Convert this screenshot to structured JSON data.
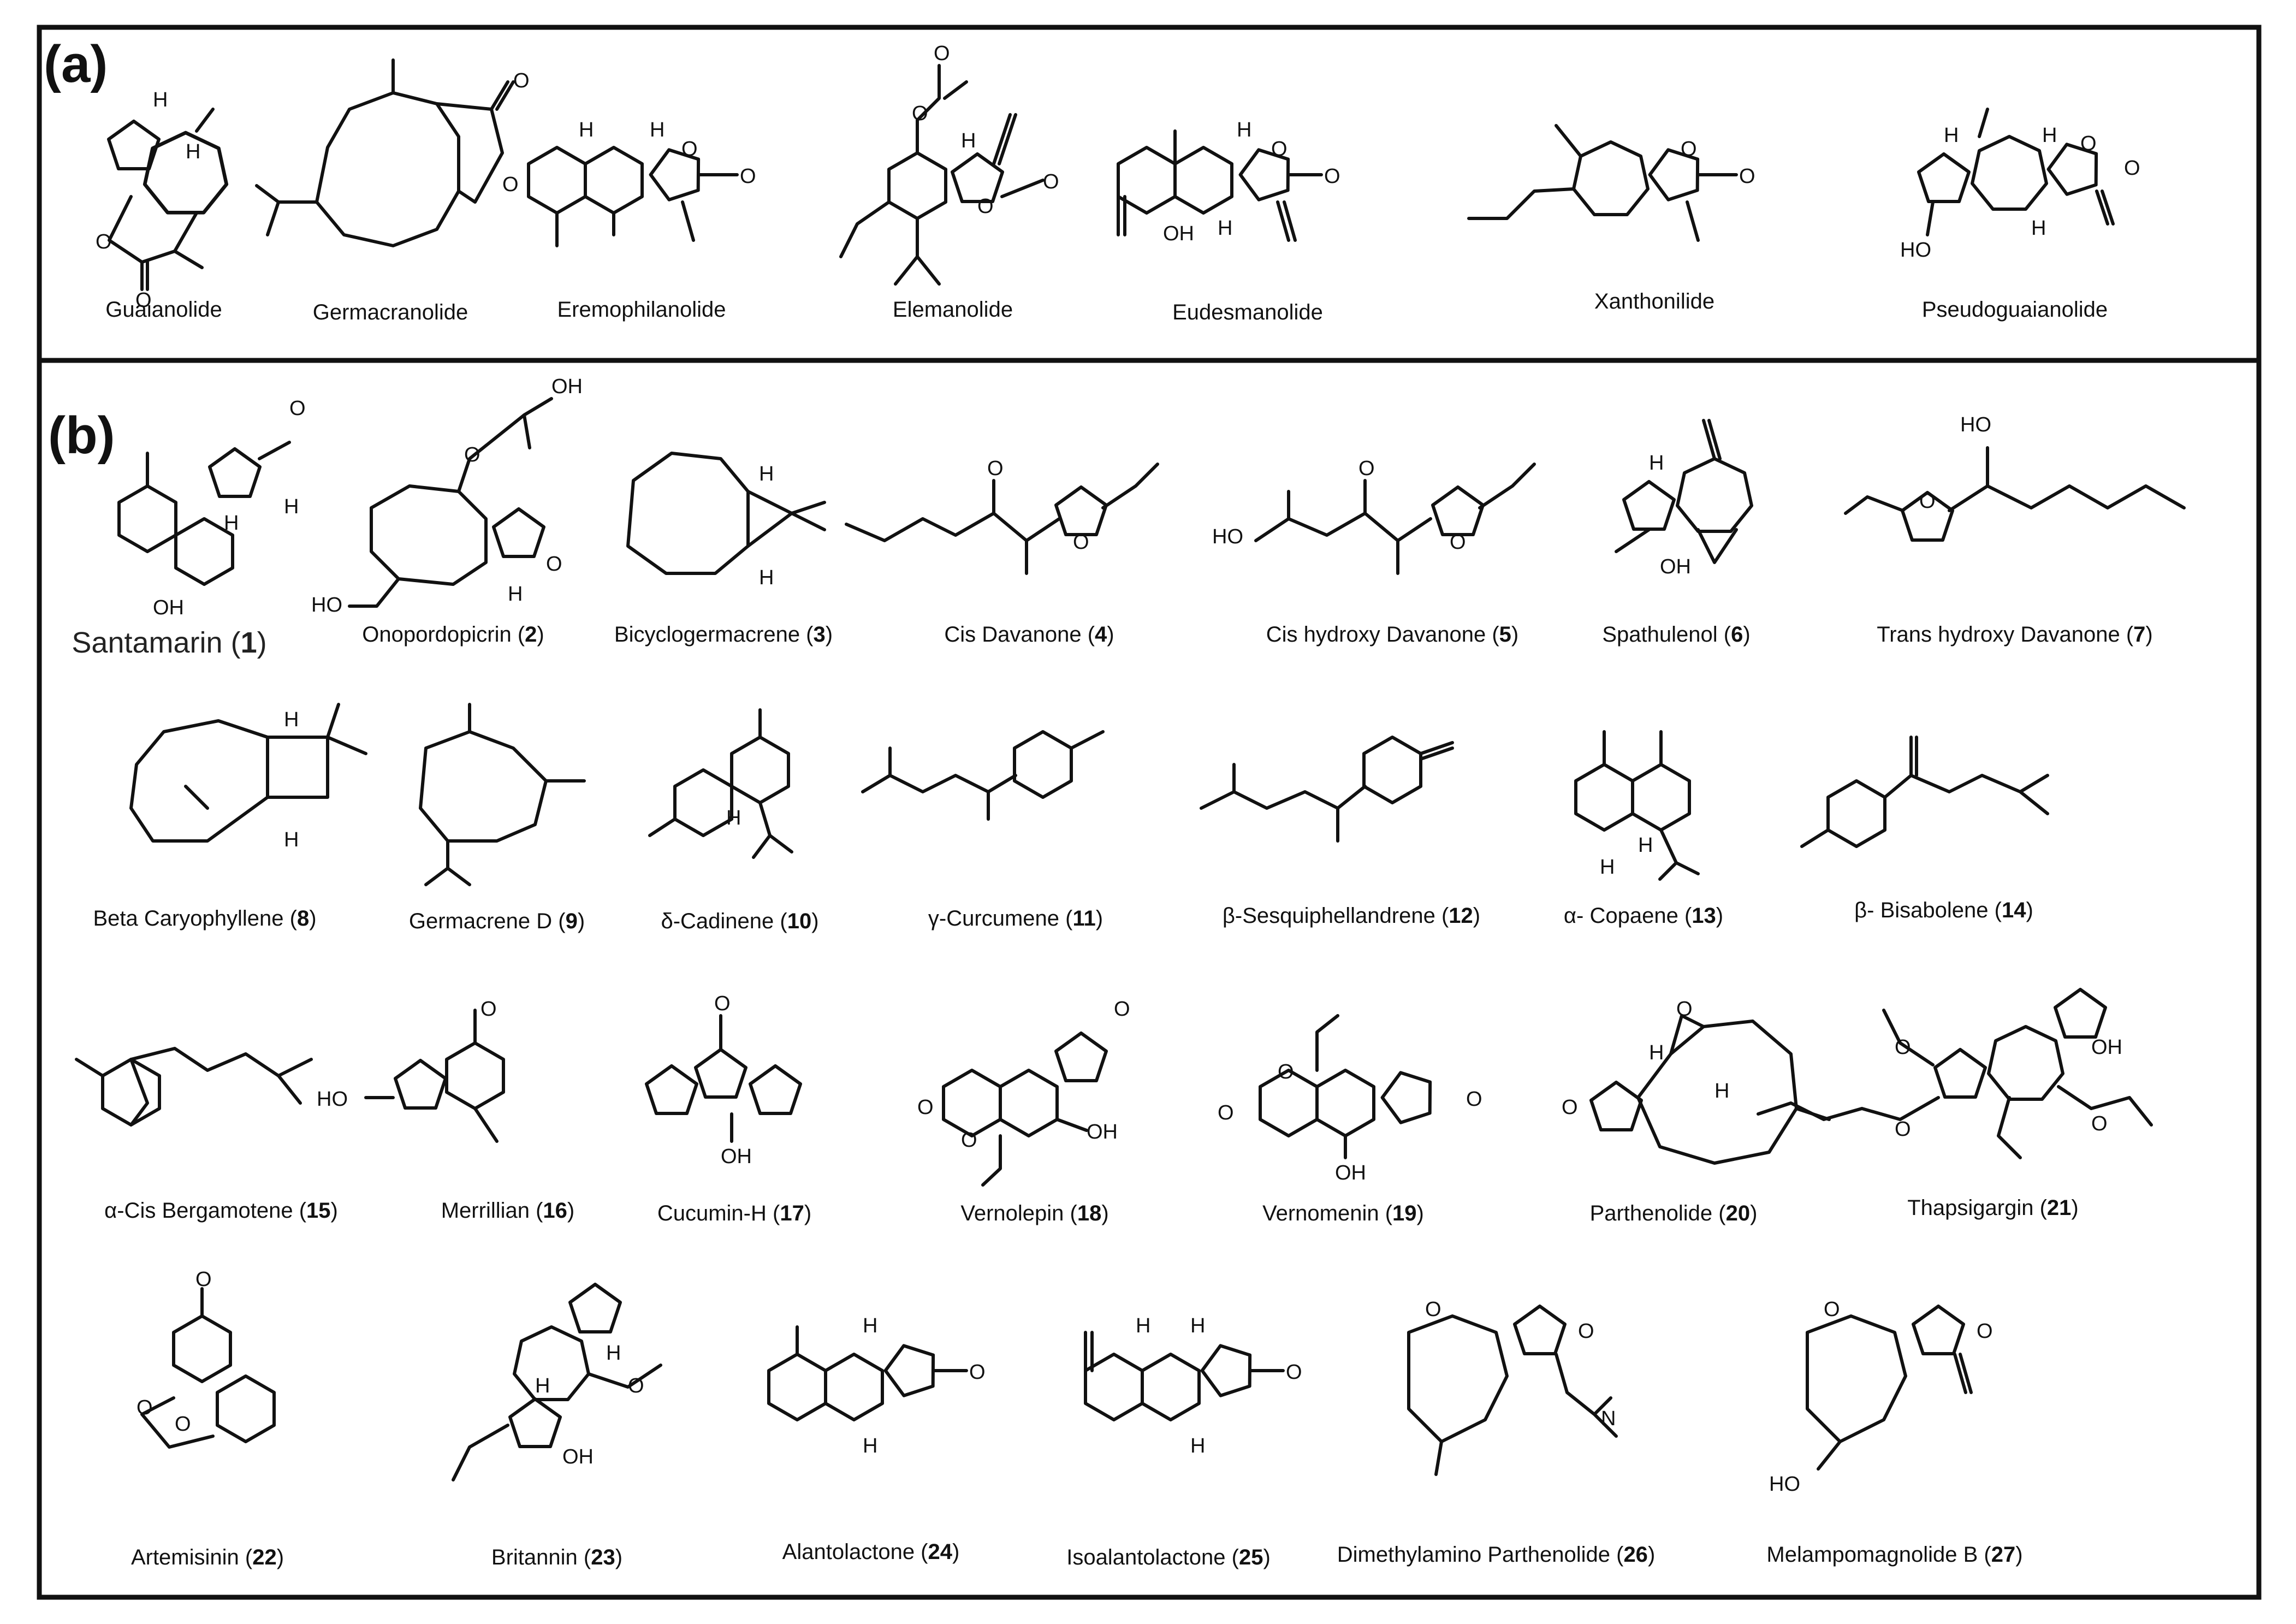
{
  "panel_a": {
    "label": "(a)",
    "compounds": [
      {
        "name": "Guaianolide"
      },
      {
        "name": "Germacranolide"
      },
      {
        "name": "Eremophilanolide"
      },
      {
        "name": "Elemanolide"
      },
      {
        "name": "Eudesmanolide"
      },
      {
        "name": "Xanthonilide"
      },
      {
        "name": "Pseudoguaianolide"
      }
    ]
  },
  "panel_b": {
    "label": "(b)",
    "compounds": [
      {
        "name": "Santamarin",
        "num": "1"
      },
      {
        "name": "Onopordopicrin",
        "num": "2"
      },
      {
        "name": "Bicyclogermacrene",
        "num": "3"
      },
      {
        "name": "Cis Davanone",
        "num": "4"
      },
      {
        "name": "Cis hydroxy Davanone",
        "num": "5"
      },
      {
        "name": "Spathulenol",
        "num": "6"
      },
      {
        "name": "Trans hydroxy Davanone",
        "num": "7"
      },
      {
        "name": "Beta Caryophyllene",
        "num": "8"
      },
      {
        "name": "Germacrene D",
        "num": "9"
      },
      {
        "name": "δ-Cadinene",
        "num": "10"
      },
      {
        "name": "γ-Curcumene",
        "num": "11"
      },
      {
        "name": "β-Sesquiphellandrene",
        "num": "12"
      },
      {
        "name": "α- Copaene",
        "num": "13"
      },
      {
        "name": "β- Bisabolene",
        "num": "14"
      },
      {
        "name": "α-Cis Bergamotene",
        "num": "15"
      },
      {
        "name": "Merrillian",
        "num": "16"
      },
      {
        "name": "Cucumin-H",
        "num": "17"
      },
      {
        "name": "Vernolepin",
        "num": "18"
      },
      {
        "name": "Vernomenin",
        "num": "19"
      },
      {
        "name": "Parthenolide",
        "num": "20"
      },
      {
        "name": "Thapsigargin",
        "num": "21"
      },
      {
        "name": "Artemisinin",
        "num": "22"
      },
      {
        "name": "Britannin",
        "num": "23"
      },
      {
        "name": "Alantolactone",
        "num": "24"
      },
      {
        "name": "Isoalantolactone",
        "num": "25"
      },
      {
        "name": "Dimethylamino Parthenolide",
        "num": "26"
      },
      {
        "name": "Melampomagnolide B",
        "num": "27"
      }
    ]
  },
  "atoms": {
    "H": "H",
    "O": "O",
    "OH": "OH",
    "HO": "HO",
    "N": "N"
  }
}
